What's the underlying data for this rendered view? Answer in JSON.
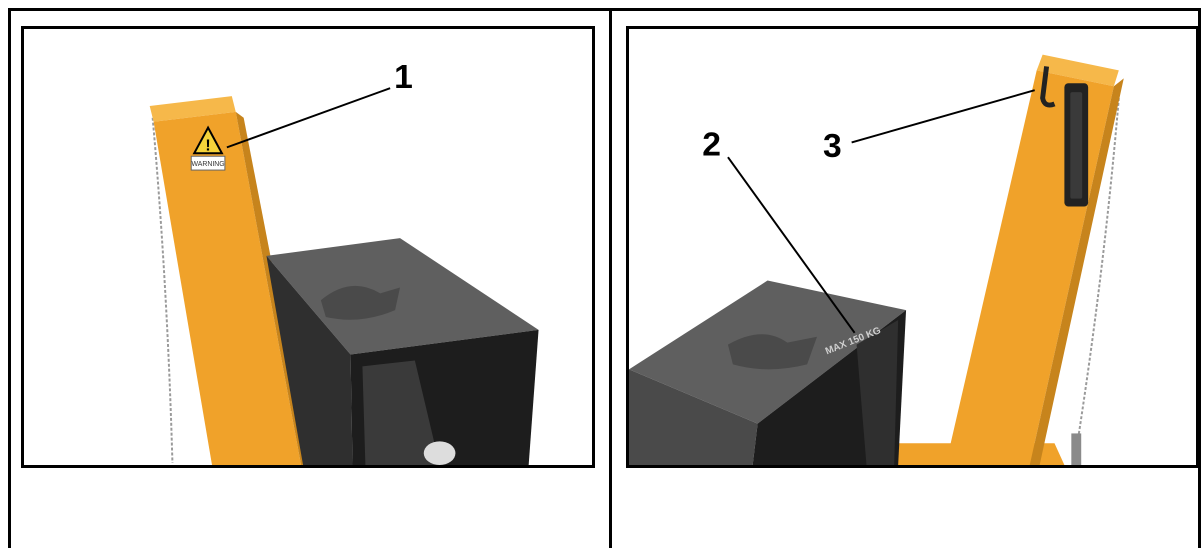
{
  "figures": [
    {
      "id": "left",
      "callouts": [
        "1"
      ],
      "warning_label_text": "WARNING"
    },
    {
      "id": "right",
      "callouts": [
        "2",
        "3"
      ],
      "box_text": "MAX 150 KG"
    }
  ],
  "colors": {
    "mast_front": "#f0a22a",
    "mast_side": "#c7841c",
    "mast_top": "#f6b84a",
    "box_top": "#5f5f5f",
    "box_side": "#2f2f2f",
    "box_front": "#1d1d1d",
    "handle": "#222222"
  }
}
